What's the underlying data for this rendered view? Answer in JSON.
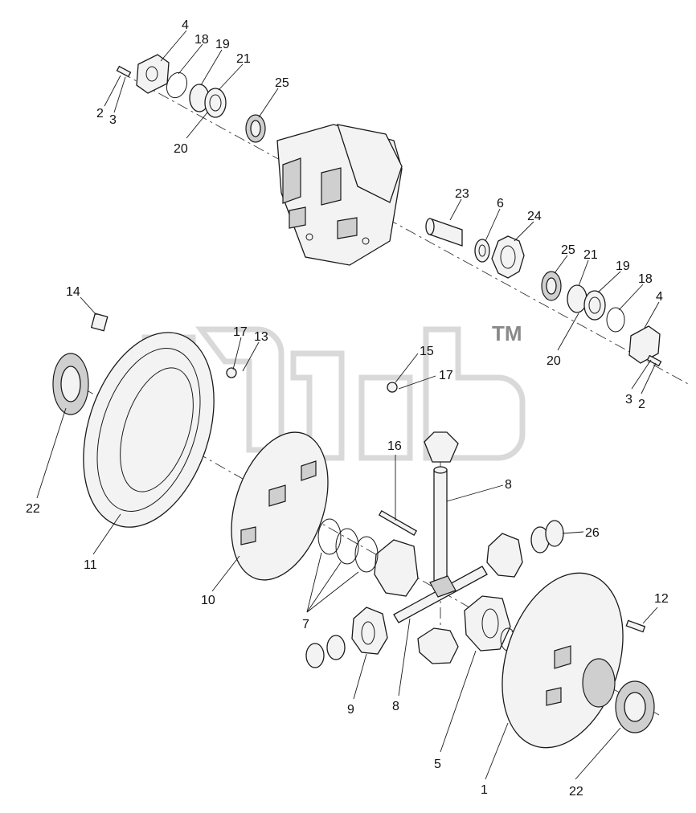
{
  "watermark": {
    "trademark": "TM"
  },
  "callouts": [
    {
      "id": "c4a",
      "text": "4"
    },
    {
      "id": "c18a",
      "text": "18"
    },
    {
      "id": "c19a",
      "text": "19"
    },
    {
      "id": "c21a",
      "text": "21"
    },
    {
      "id": "c25a",
      "text": "25"
    },
    {
      "id": "c2a",
      "text": "2"
    },
    {
      "id": "c3a",
      "text": "3"
    },
    {
      "id": "c20a",
      "text": "20"
    },
    {
      "id": "c23",
      "text": "23"
    },
    {
      "id": "c6",
      "text": "6"
    },
    {
      "id": "c24",
      "text": "24"
    },
    {
      "id": "c25b",
      "text": "25"
    },
    {
      "id": "c21b",
      "text": "21"
    },
    {
      "id": "c19b",
      "text": "19"
    },
    {
      "id": "c18b",
      "text": "18"
    },
    {
      "id": "c4b",
      "text": "4"
    },
    {
      "id": "c20b",
      "text": "20"
    },
    {
      "id": "c3b",
      "text": "3"
    },
    {
      "id": "c2b",
      "text": "2"
    },
    {
      "id": "c14",
      "text": "14"
    },
    {
      "id": "c17a",
      "text": "17"
    },
    {
      "id": "c13",
      "text": "13"
    },
    {
      "id": "c15",
      "text": "15"
    },
    {
      "id": "c17b",
      "text": "17"
    },
    {
      "id": "c22a",
      "text": "22"
    },
    {
      "id": "c16",
      "text": "16"
    },
    {
      "id": "c8a",
      "text": "8"
    },
    {
      "id": "c26",
      "text": "26"
    },
    {
      "id": "c11",
      "text": "11"
    },
    {
      "id": "c10",
      "text": "10"
    },
    {
      "id": "c12",
      "text": "12"
    },
    {
      "id": "c7",
      "text": "7"
    },
    {
      "id": "c9",
      "text": "9"
    },
    {
      "id": "c8b",
      "text": "8"
    },
    {
      "id": "c5",
      "text": "5"
    },
    {
      "id": "c1",
      "text": "1"
    },
    {
      "id": "c22b",
      "text": "22"
    }
  ]
}
